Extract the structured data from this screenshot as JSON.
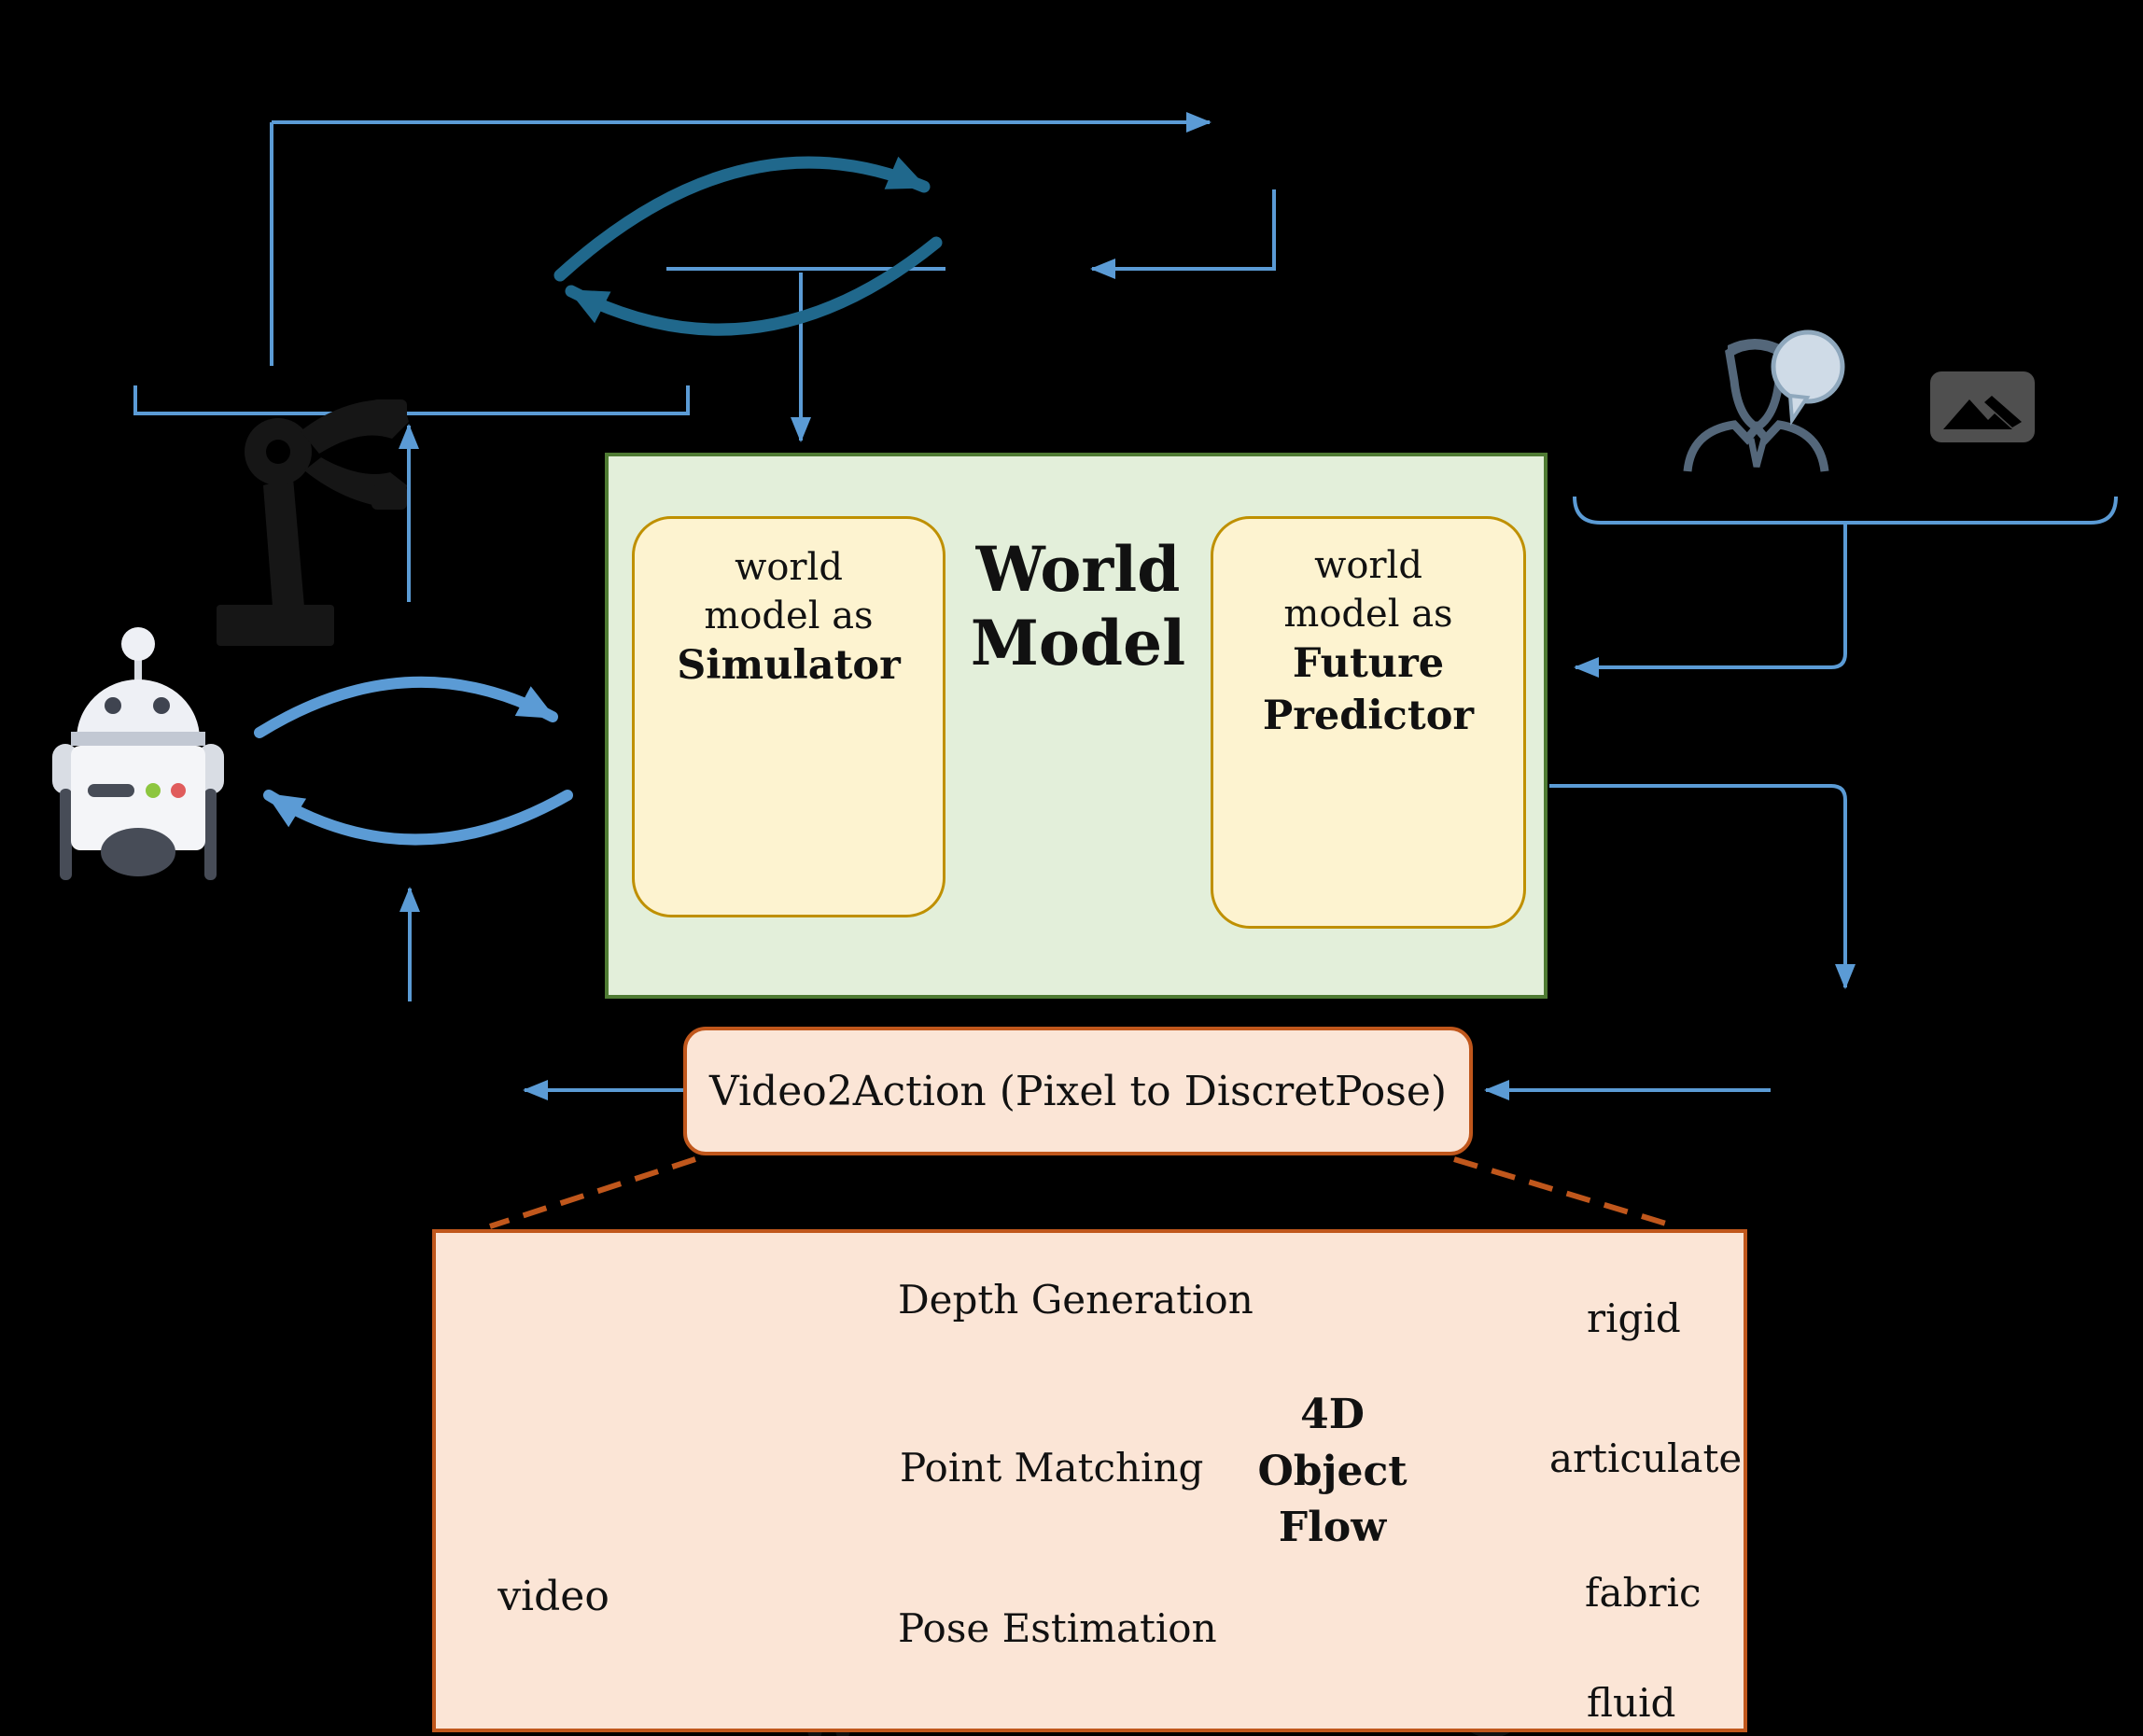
{
  "world_model": {
    "title_line1": "World",
    "title_line2": "Model",
    "simulator": {
      "line1": "world",
      "line2": "model as",
      "bold": "Simulator"
    },
    "future_predictor": {
      "line1": "world",
      "line2": "model as",
      "bold1": "Future",
      "bold2": "Predictor"
    }
  },
  "video2action": {
    "label": "Video2Action (Pixel to DiscretPose)"
  },
  "pipeline": {
    "video_label": "video",
    "tasks": [
      {
        "label": "Depth Generation"
      },
      {
        "label": "Point Matching"
      },
      {
        "label": "Pose Estimation"
      }
    ],
    "flow": {
      "line1": "4D",
      "line2": "Object",
      "line3": "Flow"
    },
    "object_types": [
      {
        "label": "rigid"
      },
      {
        "label": "articulate"
      },
      {
        "label": "fabric"
      },
      {
        "label": "fluid"
      }
    ]
  },
  "colors": {
    "background": "#000000",
    "blue_arrow": "#5b9bd5",
    "teal_arrow": "#20688c",
    "green_box_fill": "#e3efda",
    "green_box_border": "#4f7b33",
    "yellow_box_fill": "#fdf3d0",
    "yellow_box_border": "#bf9000",
    "peach_fill": "#fbe5d6",
    "orange_border": "#c0571c",
    "bracket_orange": "#a8500f"
  }
}
